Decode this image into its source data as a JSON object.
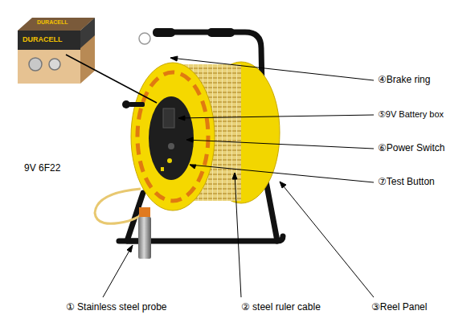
{
  "diagram": {
    "labels": [
      "DURACELL",
      "DURACELL",
      "9V 6F22",
      "④Brake ring",
      "⑤9V Battery box",
      "⑥Power Switch",
      "⑦Test Button",
      "① Stainless steel probe",
      "② steel ruler cable",
      "③Reel Panel"
    ]
  }
}
